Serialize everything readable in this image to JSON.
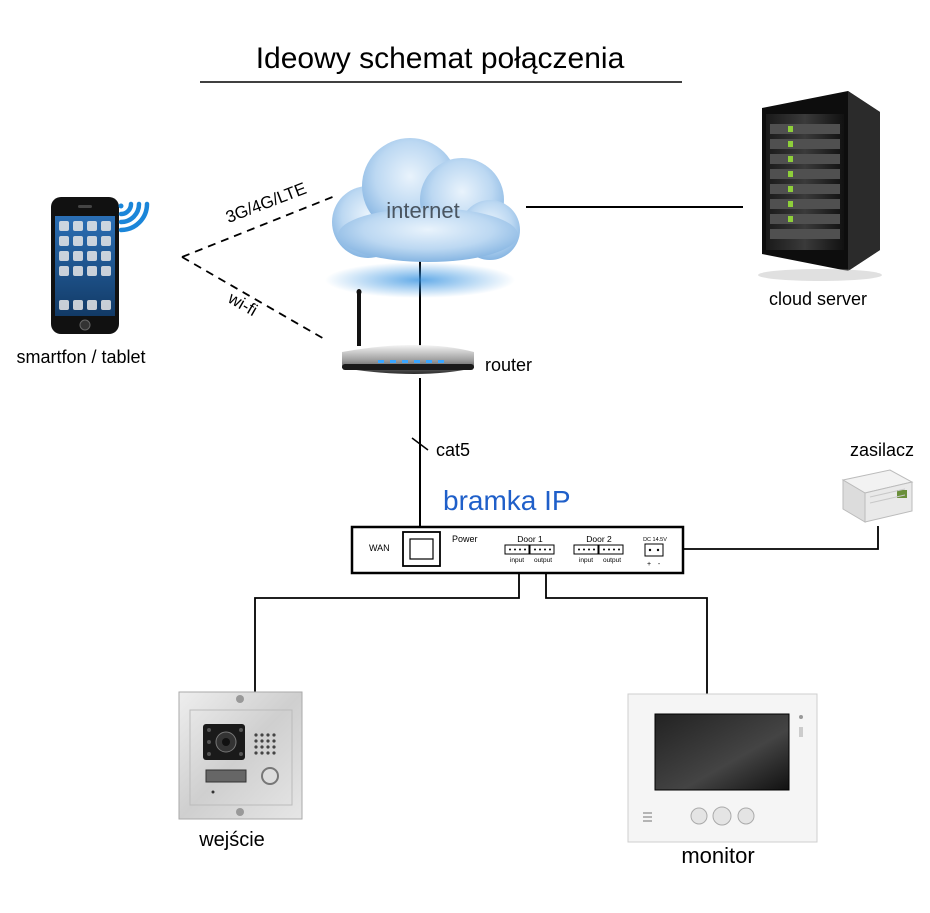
{
  "title": "Ideowy schemat połączenia",
  "labels": {
    "internet": "internet",
    "cloud_server": "cloud server",
    "smartphone": "smartfon / tablet",
    "router": "router",
    "mobile_link": "3G/4G/LTE",
    "wifi_link": "wi-fi",
    "cable": "cat5",
    "gateway": "bramka IP",
    "power_supply": "zasilacz",
    "entrance": "wejście",
    "monitor": "monitor"
  },
  "gateway_panel": {
    "wan": "WAN",
    "power": "Power",
    "door1": "Door 1",
    "door2": "Door 2",
    "input": "input",
    "output": "output",
    "dc": "DC 14.5V",
    "plus": "+",
    "minus": "-"
  },
  "colors": {
    "accent_blue": "#1f5fc9",
    "line": "#000000"
  }
}
